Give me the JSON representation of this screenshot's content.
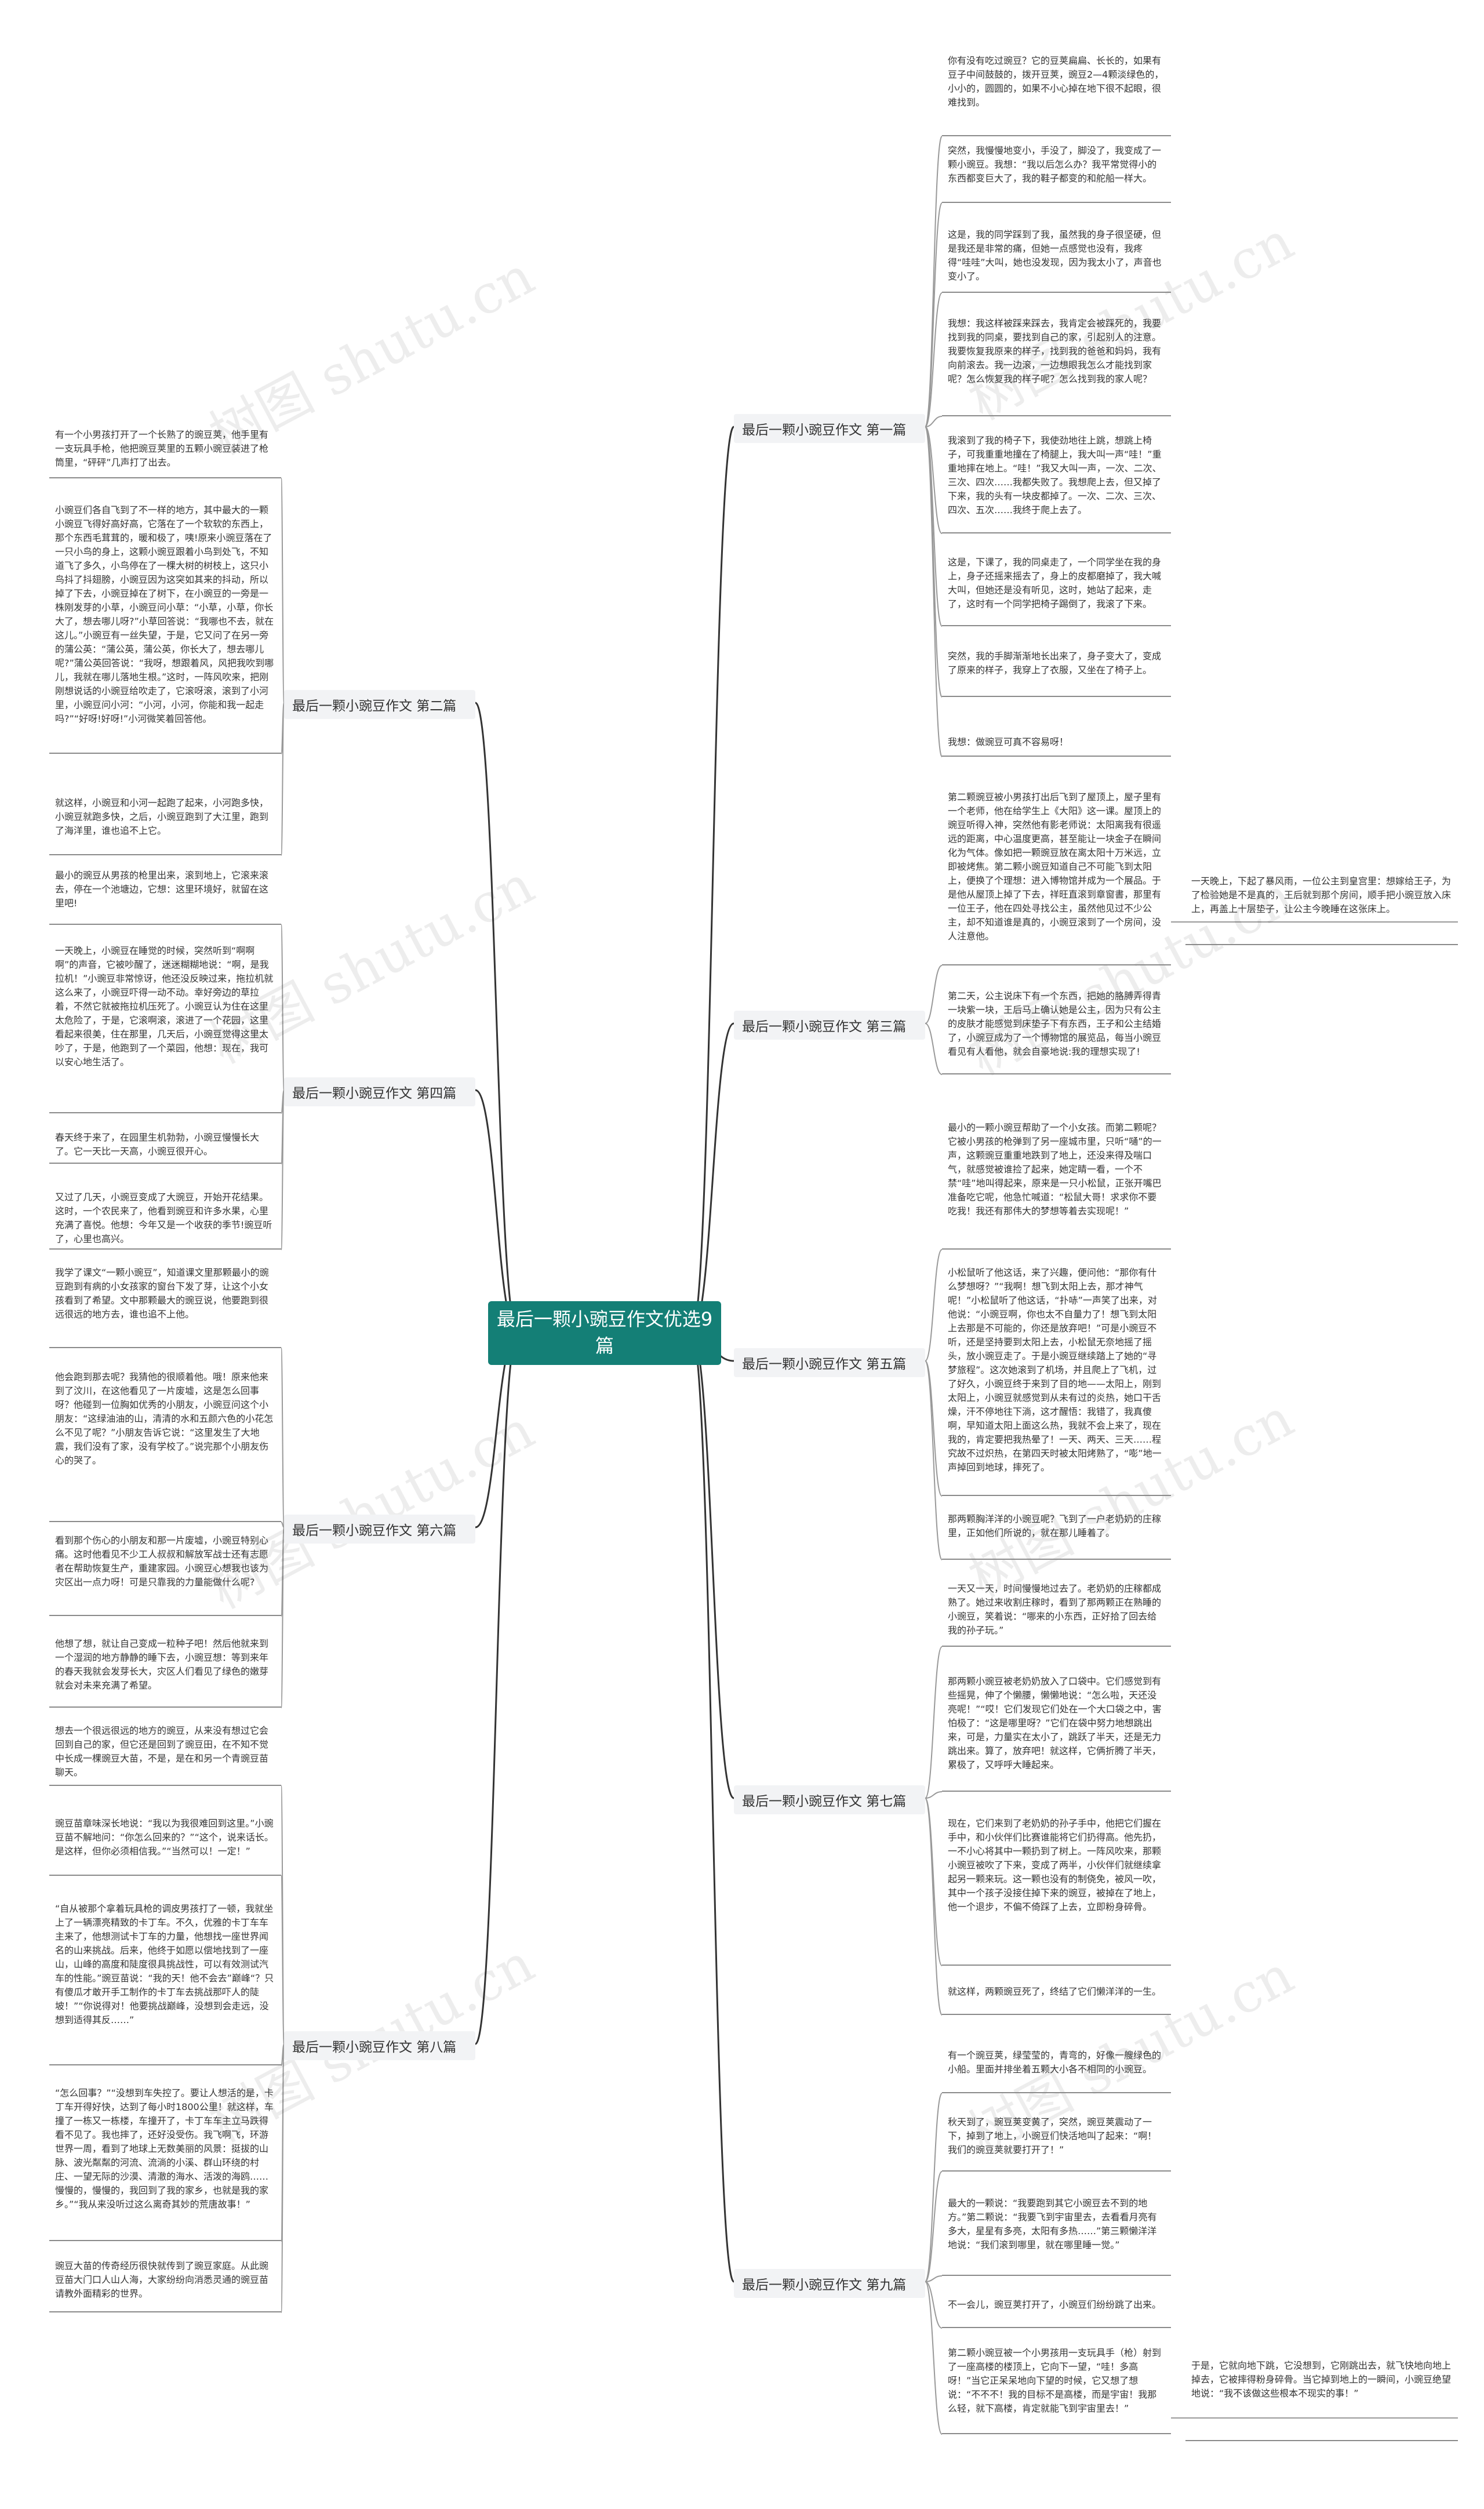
{
  "root": "最后一颗小豌豆作文优选9篇",
  "watermark": "树图 shutu.cn",
  "branches": [
    {
      "id": "b1",
      "label": "最后一颗小豌豆作文 第一篇",
      "side": "right",
      "cards": [
        {
          "id": "c1",
          "text": "你有没有吃过豌豆？它的豆荚扁扁、长长的，如果有豆子中间鼓鼓的，拨开豆荚，豌豆2—4颗淡绿色的，小小的，圆圆的，如果不小心掉在地下很不起眼，很难找到。"
        },
        {
          "id": "c2",
          "text": "突然，我慢慢地变小，手没了，脚没了，我变成了一颗小豌豆。我想：“我以后怎么办？我平常觉得小的东西都变巨大了，我的鞋子都变的和舵船一样大。"
        },
        {
          "id": "c3",
          "text": "这是，我的同学踩到了我，虽然我的身子很坚硬，但是我还是非常的痛，但她一点感觉也没有，我疼得“哇哇”大叫，她也没发现，因为我太小了，声音也变小了。"
        },
        {
          "id": "c4",
          "text": "我想：我这样被踩来踩去，我肯定会被踩死的，我要找到我的同桌，要找到自己的家，引起别人的注意。我要恢复我原来的样子，找到我的爸爸和妈妈，我有向前滚去。我一边滚，一边想眼我怎么才能找到家呢？怎么恢复我的样子呢？怎么找到我的家人呢？"
        },
        {
          "id": "c5",
          "text": "我滚到了我的椅子下，我使劲地往上跳，想跳上椅子，可我重重地撞在了椅腿上，我大叫一声“哇！”重重地摔在地上。“哇！”我又大叫一声，一次、二次、三次、四次……我都失败了。我想爬上去，但又掉了下来，我的头有一块皮都掉了。一次、二次、三次、四次、五次……我终于爬上去了。"
        },
        {
          "id": "c6",
          "text": "这是，下课了，我的同桌走了，一个同学坐在我的身上，身子还摇来摇去了，身上的皮都磨掉了，我大喊大叫，但她还是没有听见，这时，她站了起来，走了，这时有一个同学把椅子踢倒了，我滚了下来。"
        },
        {
          "id": "c7",
          "text": "突然，我的手脚渐渐地长出来了，身子变大了，变成了原来的样子，我穿上了衣服，又坐在了椅子上。"
        },
        {
          "id": "c8",
          "text": "我想：做豌豆可真不容易呀！"
        }
      ]
    },
    {
      "id": "b2",
      "label": "最后一颗小豌豆作文 第二篇",
      "side": "left",
      "cards": [
        {
          "id": "c9",
          "text": "有一个小男孩打开了一个长熟了的豌豆荚，他手里有一支玩具手枪，他把豌豆荚里的五颗小豌豆装进了枪筒里，“砰砰”几声打了出去。"
        },
        {
          "id": "c10",
          "text": "小豌豆们各自飞到了不一样的地方，其中最大的一颗小豌豆飞得好高好高，它落在了一个软软的东西上，那个东西毛茸茸的，暖和极了，咦!原来小豌豆落在了一只小鸟的身上，这颗小豌豆跟着小鸟到处飞，不知道飞了多久，小鸟停在了一棵大树的树枝上，这只小鸟抖了抖翅膀，小豌豆因为这突如其来的抖动，所以掉了下去，小豌豆掉在了树下，在小豌豆的一旁是一株刚发芽的小草，小豌豆问小草：“小草，小草，你长大了，想去哪儿呀?”小草回答说：“我哪也不去，就在这儿。”小豌豆有一丝失望，于是，它又问了在另一旁的蒲公英：“蒲公英，蒲公英，你长大了，想去哪儿呢?”蒲公英回答说：“我呀，想跟着风，风把我吹到哪儿，我就在哪儿落地生根。”这时，一阵风吹来，把刚刚想说话的小豌豆给吹走了，它滚呀滚，滚到了小河里，小豌豆问小河：“小河，小河，你能和我一起走吗?”“好呀!好呀!”小河微笑着回答他。"
        },
        {
          "id": "c11",
          "text": "就这样，小豌豆和小河一起跑了起来，小河跑多快，小豌豆就跑多快，之后，小豌豆跑到了大江里，跑到了海洋里，谁也追不上它。"
        }
      ]
    },
    {
      "id": "b3",
      "label": "最后一颗小豌豆作文 第三篇",
      "side": "right",
      "cards": [
        {
          "id": "c12",
          "text": "第二颗豌豆被小男孩打出后飞到了屋顶上，屋子里有一个老师，他在给学生上《大阳》这一课。屋顶上的豌豆听得入神，突然他有影老师说：太阳离我有很遥远的距离，中心温度更高，甚至能让一块金子在瞬间化为气体。像如把一颗豌豆放在离太阳十万米远，立即被烤焦。第二颗小豌豆知道自己不可能飞到太阳上，便换了个理想：进入博物馆并成为一个展品。于是他从屋顶上掉了下去，祥旺直滚到章窗書，那里有一位王子，他在四处寻找公主，虽然他见过不少公主，却不知道谁是真的，小豌豆滚到了一个房间，没人注意他。"
        },
        {
          "id": "c13",
          "text": "一天晚上，下起了暴风雨，一位公主到皇宫里：想嫁给王子，为了检验她是不是真的，王后就到那个房间，顺手把小豌豆放入床上，再盖上十层垫子，让公主今晚睡在这张床上。"
        },
        {
          "id": "c14",
          "text": "第二天，公主说床下有一个东西，把她的胳膊弄得青一块紫一块，王后马上确认她是公主，因为只有公主的皮肤才能感觉到床垫子下有东西，王子和公主结婚了，小豌豆成为了一个博物馆的展览品，每当小豌豆看见有人看他，就会自豪地说:我的理想实现了!"
        }
      ]
    },
    {
      "id": "b4",
      "label": "最后一颗小豌豆作文 第四篇",
      "side": "left",
      "cards": [
        {
          "id": "c15",
          "text": "最小的豌豆从男孩的枪里出来，滚到地上，它滚来滚去，停在一个池塘边，它想：这里环境好，就留在这里吧!"
        },
        {
          "id": "c16",
          "text": "一天晚上，小豌豆在睡觉的时候，突然听到“啊啊啊”的声音，它被吵醒了，迷迷糊糊地说：“啊，是我拉机！”小豌豆非常惊讶，他还没反映过来，拖拉机就这么来了，小豌豆吓得一动不动。幸好旁边的草拉着，不然它就被拖拉机压死了。小豌豆认为住在这里太危险了，于是，它滚啊滚，滚进了一个花园，这里看起来很美，住在那里，几天后，小豌豆觉得这里太吵了，于是，他跑到了一个菜园，他想：现在，我可以安心地生活了。"
        },
        {
          "id": "c17",
          "text": "春天终于来了，在园里生机勃勃，小豌豆慢慢长大了。它一天比一天高，小豌豆很开心。"
        },
        {
          "id": "c18",
          "text": "又过了几天，小豌豆变成了大豌豆，开始开花结果。这时，一个农民来了，他看到豌豆和许多水果，心里充满了喜悦。他想：今年又是一个收获的季节!豌豆听了，心里也高兴。"
        }
      ]
    },
    {
      "id": "b5",
      "label": "最后一颗小豌豆作文 第五篇",
      "side": "right",
      "cards": [
        {
          "id": "c19",
          "text": "最小的一颗小豌豆帮助了一个小女孩。而第二颗呢？它被小男孩的枪弹到了另一座城市里，只听“嗵”的一声，这颗豌豆重重地跌到了地上，还没来得及喘口气，就感觉被谁捡了起来，她定睛一看，一个不禁“哇”地叫得起来，原来是一只小松鼠，正张开嘴巴准备吃它呢，他急忙喊道：“松鼠大哥！求求你不要吃我！我还有那伟大的梦想等着去实现呢！”"
        },
        {
          "id": "c20",
          "text": "小松鼠听了他这话，来了兴趣，便问他：“那你有什么梦想呀？”“我啊！想飞到太阳上去，那才神气呢！”小松鼠听了他这话，“扑哧”一声笑了出来，对他说：“小豌豆啊，你也太不自量力了！想飞到太阳上去那是不可能的，你还是放弃吧！”可是小豌豆不听，还是坚持要到太阳上去，小松鼠无奈地摇了摇头，放小豌豆走了。于是小豌豆继续踏上了她的“寻梦旅程”。这次她滚到了机场，并且爬上了飞机，过了好久，小豌豆终于来到了目的地——太阳上，刚到太阳上，小豌豆就感觉到从未有过的炎热，她口干舌燥，汗不停地往下淌，这才醒悟：我错了，我真傻啊，早知道太阳上面这么热，我就不会上来了，现在我的，肯定要把我热晕了！一天、两天、三天……程究故不过炽热，在第四天时被太阳烤熟了，“嘭”地一声掉回到地球，摔死了。"
        },
        {
          "id": "c21",
          "text": "那两颗胸洋洋的小豌豆呢？飞到了一户老奶奶的庄稼里，正如他们所说的，就在那儿睡着了。"
        }
      ]
    },
    {
      "id": "b6",
      "label": "最后一颗小豌豆作文 第六篇",
      "side": "left",
      "cards": [
        {
          "id": "c22",
          "text": "我学了课文“一颗小豌豆”，知道课文里那颗最小的豌豆跑到有病的小女孩家的窗台下发了芽，让这个小女孩看到了希望。文中那颗最大的豌豆说，他要跑到很远很远的地方去，谁也追不上他。"
        },
        {
          "id": "c23",
          "text": "他会跑到那去呢？我猜他的很顺着他。哦！原来他来到了汶川，在这他看见了一片废墟，这是怎么回事呀？他碰到一位胸如优秀的小朋友，小豌豆问这个小朋友：“这绿油油的山，清清的水和五颜六色的小花怎么不见了呢？”小朋友告诉它说：“这里发生了大地震，我们没有了家，没有学校了。”说完那个小朋友伤心的哭了。"
        },
        {
          "id": "c24",
          "text": "看到那个伤心的小朋友和那一片废墟，小豌豆特别心痛。这时他看见不少工人叔叔和解放军战士还有志愿者在帮助恢复生产，重建家园。小豌豆心想我也该为灾区出一点力呀！可是只靠我的力量能做什么呢?"
        },
        {
          "id": "c25",
          "text": "他想了想，就让自己变成一粒种子吧！然后他就来到一个湿润的地方静静的睡下去，小豌豆想：等到来年的春天我就会发芽长大，灾区人们看见了绿色的嫩芽就会对未来充满了希望。"
        }
      ]
    },
    {
      "id": "b7",
      "label": "最后一颗小豌豆作文 第七篇",
      "side": "right",
      "cards": [
        {
          "id": "c26",
          "text": "一天又一天，时间慢慢地过去了。老奶奶的庄稼都成熟了。她过来收割庄稼时，看到了那两颗正在熟睡的小豌豆，笑着说：“哪来的小东西，正好拾了回去给我的孙子玩。”"
        },
        {
          "id": "c27",
          "text": "那两颗小豌豆被老奶奶放入了口袋中。它们感觉到有些摇晃，伸了个懒腰，懒懒地说：“怎么啦，天还没亮呢！”“哎！它们发现它们处在一个大口袋之中，害怕极了：“这是哪里呀？”它们在袋中努力地想跳出来，可是，力量实在太小了，跳跃了半天，还是无力跳出来。算了，放弃吧！就这样，它俩折腾了半天，累极了，又呼呼大睡起来。"
        },
        {
          "id": "c28",
          "text": "现在，它们来到了老奶奶的孙子手中，他把它们握在手中，和小伙伴们比赛谁能将它们扔得高。他先扔，一不小心将其中一颗扔到了树上。一阵风吹来，那颗小豌豆被吹了下来，变成了两半，小伙伴们就继续拿起另一颗来玩。这一颗也没有的制侥免，被风一吹，其中一个孩子没接住掉下来的豌豆，被掉在了地上，他一个退步，不偏不倚踩了上去，立即粉身碎骨。"
        },
        {
          "id": "c29",
          "text": "就这样，两颗豌豆死了，终结了它们懒洋洋的一生。"
        }
      ]
    },
    {
      "id": "b8",
      "label": "最后一颗小豌豆作文 第八篇",
      "side": "left",
      "cards": [
        {
          "id": "c30",
          "text": "想去一个很远很远的地方的豌豆，从来没有想过它会回到自己的家，但它还是回到了豌豆田，在不知不觉中长成一棵豌豆大苗，不是，是在和另一个青豌豆苗聊天。"
        },
        {
          "id": "c31",
          "text": "豌豆苗章味深长地说：“我以为我很难回到这里。”小豌豆苗不解地问：“你怎么回来的？”“这个，说来话长。是这样，但你必须相信我。”“当然可以！一定！”"
        },
        {
          "id": "c32",
          "text": "“自从被那个拿着玩具枪的调皮男孩打了一顿，我就坐上了一辆漂亮精致的卡丁车。不久，优雅的卡丁车车主来了，他想测试卡丁车的力量，他想找一座世界闻名的山来挑战。后来，他终于如愿以偿地找到了一座山，山峰的高度和陡度很具挑战性，可以有效测试汽车的性能。”豌豆苗说：“我的天！他不会去”巅峰“？只有傻瓜才敢开手工制作的卡丁车去挑战那吓人的陡坡！”“你说得对！他要挑战巅峰，没想到会走远，没想到适得其反……”"
        },
        {
          "id": "c33",
          "text": "“怎么回事？”“没想到车失控了。要让人想活的是，卡丁车开得好快，达到了每小时1800公里！就这样，车撞了一栋又一栋楼，车撞开了，卡丁车车主立马跌得看不见了。我也摔了，还好没受伤。我飞啊飞，环游世界一周，看到了地球上无数美丽的风景：挺拔的山脉、波光粼粼的河流、流淌的小溪、群山环绕的村庄、一望无际的沙漠、清澈的海水、活泼的海鸥……慢慢的，慢慢的，我回到了我的家乡，也就是我的家乡。”“我从来没听过这么离奇其妙的荒唐故事！”"
        },
        {
          "id": "c34",
          "text": "豌豆大苗的传奇经历很快就传到了豌豆家庭。从此豌豆苗大门口人山人海，大家纷纷向消悉灵通的豌豆苗请教外面精彩的世界。"
        }
      ]
    },
    {
      "id": "b9",
      "label": "最后一颗小豌豆作文 第九篇",
      "side": "right",
      "cards": [
        {
          "id": "c35",
          "text": "有一个豌豆荚，绿莹莹的，青弯的，好像一艘绿色的小船。里面并排坐着五颗大小各不相同的小豌豆。"
        },
        {
          "id": "c36",
          "text": "秋天到了，豌豆荚变黄了，突然，豌豆荚震动了一下，掉到了地上，小豌豆们快活地叫了起来：“啊！我们的豌豆荚就要打开了！”"
        },
        {
          "id": "c37",
          "text": "最大的一颗说：“我要跑到其它小豌豆去不到的地方。”第二颗说：“我要飞到宇宙里去，去看看月亮有多大，星星有多亮，太阳有多热……”第三颗懒洋洋地说：“我们滚到哪里，就在哪里睡一觉。”"
        },
        {
          "id": "c38",
          "text": "不一会儿，豌豆荚打开了，小豌豆们纷纷跳了出来。"
        },
        {
          "id": "c39",
          "text": "第二颗小豌豆被一个小男孩用一支玩具手（枪）射到了一座高楼的楼顶上，它向下一望，“哇！多高呀！”当它正呆呆地向下望的时候，它又想了想说：“不不不！我的目标不是高楼，而是宇宙！我那么轻，就下高楼，肯定就能飞到宇宙里去！”"
        },
        {
          "id": "c40",
          "text": "于是，它就向地下跳，它没想到，它刚跳出去，就飞快地向地上掉去，它被摔得粉身碎骨。当它掉到地上的一瞬间，小豌豆绝望地说：“我不该做这些根本不现实的事！”"
        }
      ]
    }
  ]
}
